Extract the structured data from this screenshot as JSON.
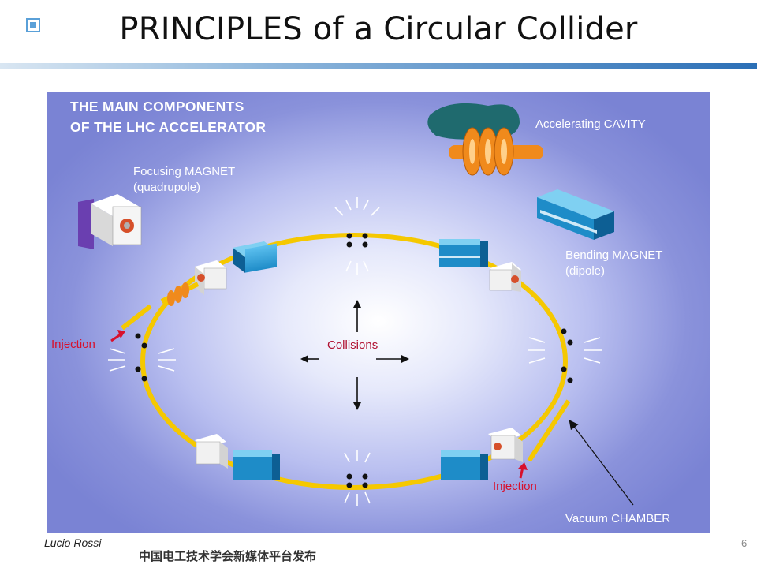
{
  "slide": {
    "title": "PRINCIPLES of a Circular Collider",
    "author": "Lucio Rossi",
    "page_number": "6",
    "publisher_note": "中国电工技术学会新媒体平台发布"
  },
  "diagram": {
    "heading_line1": "THE MAIN COMPONENTS",
    "heading_line2": "OF THE LHC ACCELERATOR",
    "focusing_magnet_line1": "Focusing MAGNET",
    "focusing_magnet_line2": "(quadrupole)",
    "accelerating_cavity": "Accelerating CAVITY",
    "bending_magnet_line1": "Bending MAGNET",
    "bending_magnet_line2": "(dipole)",
    "collisions": "Collisions",
    "injection_left": "Injection",
    "injection_right": "Injection",
    "vacuum_chamber": "Vacuum CHAMBER"
  },
  "colors": {
    "ring": "#f5c800",
    "magnet_blue": "#1e8cc8",
    "quadrupole_white": "#f4f4f4",
    "cavity_orange": "#f08a1c",
    "cavity_teal": "#1f6a6e",
    "injection_red": "#d8102c",
    "title_rule": "#2b6fb6"
  }
}
